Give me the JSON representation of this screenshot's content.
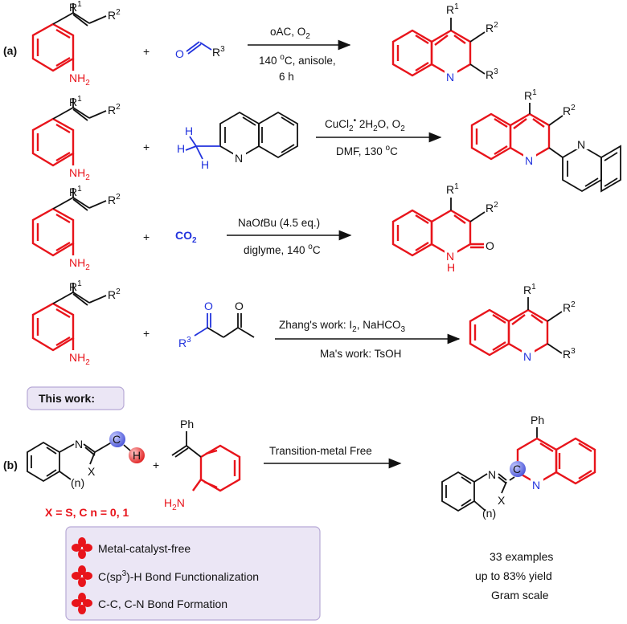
{
  "labels": {
    "part_a": "(a)",
    "part_b": "(b)",
    "this_work": "This work:"
  },
  "atoms": {
    "R1": "R",
    "R2": "R",
    "R3": "R",
    "sup1": "1",
    "sup2": "2",
    "sup3": "3",
    "N": "N",
    "NH": "NH",
    "sub2": "2",
    "H": "H",
    "O": "O",
    "X": "X",
    "n": "(n)",
    "C": "C",
    "Ph": "Ph",
    "H2N": "H",
    "H2N_N": "N",
    "CO": "CO"
  },
  "reactions": {
    "r1": {
      "above": [
        "oAC, O",
        "2"
      ],
      "below1_a": "140 ",
      "below1_sup": "o",
      "below1_b": "C, anisole,",
      "below2": "6 h"
    },
    "r2": {
      "above_a": "CuCl",
      "above_sub1": "2",
      "above_dot": "•",
      "above_b": " 2H",
      "above_sub2": "2",
      "above_c": "O, O",
      "above_sub3": "2",
      "below_a": "DMF,  130 ",
      "below_sup": "o",
      "below_b": "C"
    },
    "r3": {
      "above_a": "NaO",
      "above_i": "t",
      "above_b": "Bu (4.5 eq.)",
      "below_a": "diglyme, 140 ",
      "below_sup": "o",
      "below_b": "C",
      "reagent": "CO",
      "reagent_sub": "2"
    },
    "r4": {
      "above_a": "Zhang's work: I",
      "above_sub1": "2",
      "above_b": ", NaHCO",
      "above_sub2": "3",
      "below": "Ma's work: TsOH"
    },
    "r5": {
      "above": "Transition-metal Free",
      "scope": "X = S, C  n = 0, 1"
    }
  },
  "features": [
    {
      "text_a": "Metal-catalyst-free",
      "text_sup": "",
      "text_b": ""
    },
    {
      "text_a": "C(sp",
      "text_sup": "3",
      "text_b": ")-H Bond  Functionalization"
    },
    {
      "text_a": "C-C, C-N Bond Formation",
      "text_sup": "",
      "text_b": ""
    }
  ],
  "results": {
    "examples": "33 examples",
    "yield": "up to 83% yield",
    "scale": "Gram scale"
  },
  "colors": {
    "highlight_red": "#e8141b",
    "reagent_blue": "#2233dd",
    "box_fill": "#ebe6f5",
    "box_border": "#b7a9d6",
    "sphere_blue": "#6d78e8"
  }
}
